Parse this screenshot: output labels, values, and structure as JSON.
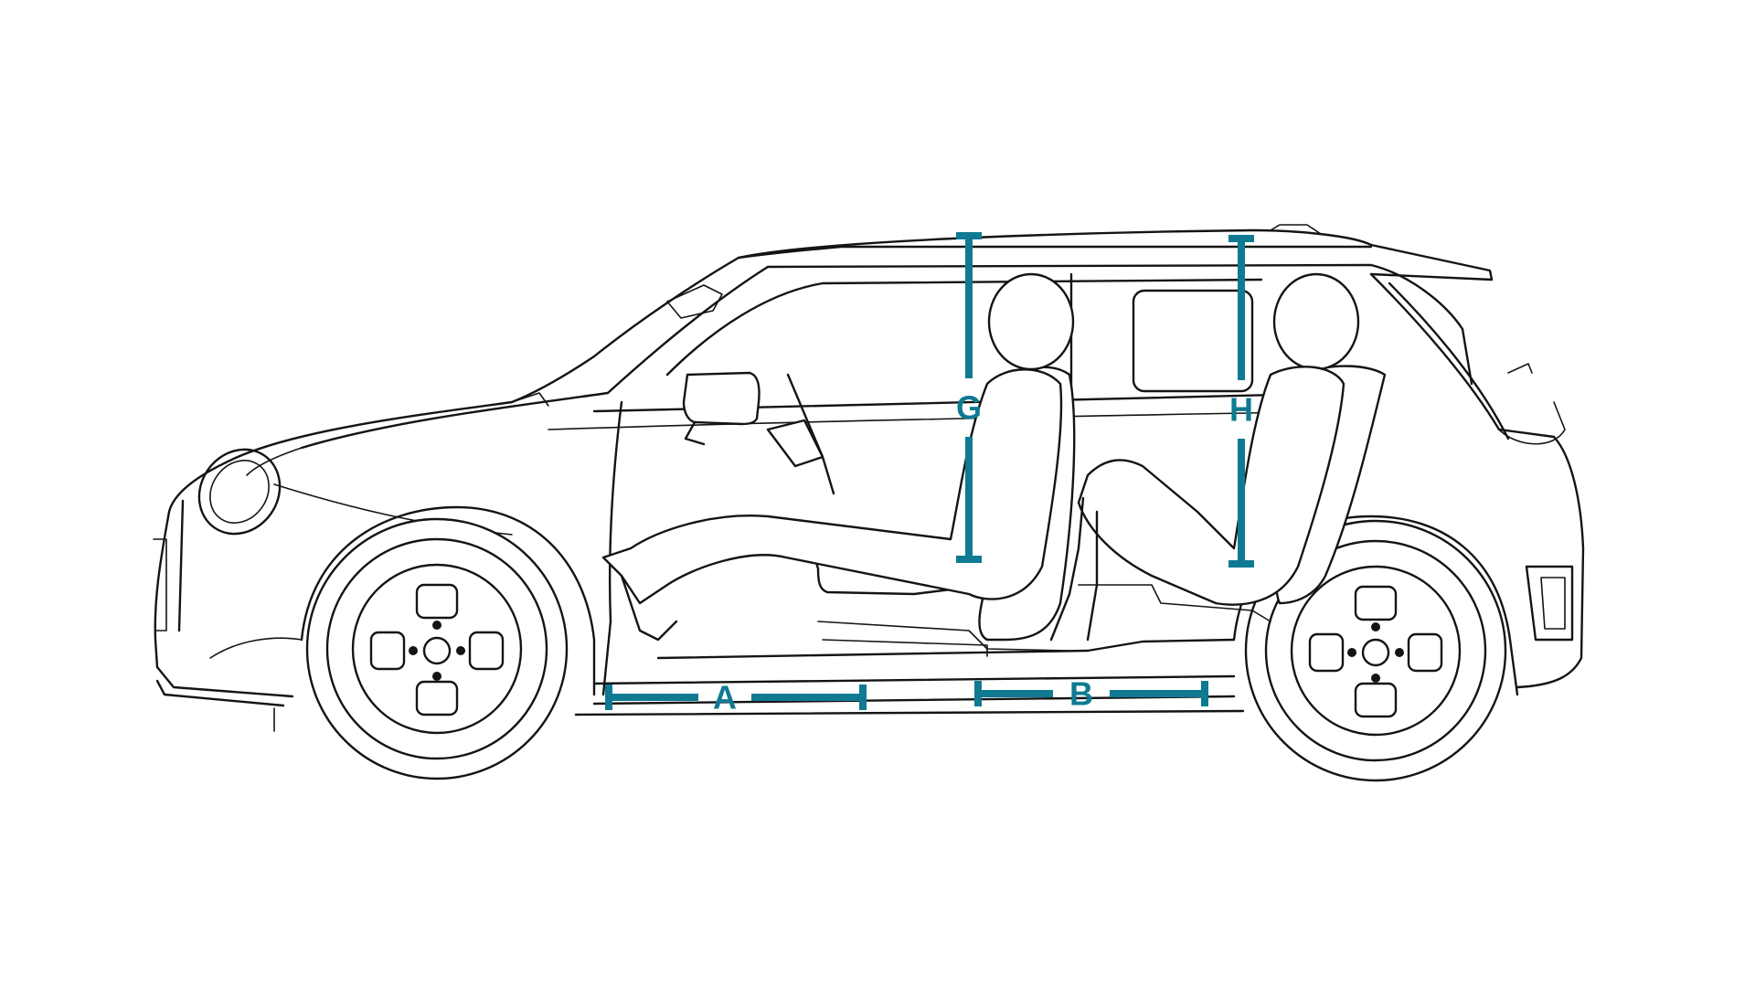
{
  "colors": {
    "dimension": "#0f7a92",
    "outline": "#141414",
    "background": "#ffffff"
  },
  "dimensions": {
    "A": {
      "label": "A",
      "kind": "horizontal"
    },
    "B": {
      "label": "B",
      "kind": "horizontal"
    },
    "G": {
      "label": "G",
      "kind": "vertical"
    },
    "H": {
      "label": "H",
      "kind": "vertical"
    }
  }
}
